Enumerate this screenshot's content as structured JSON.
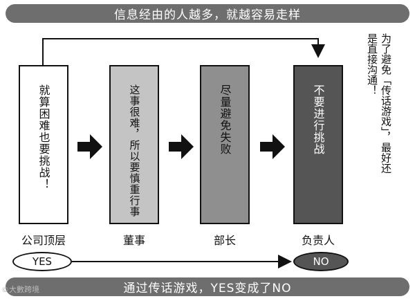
{
  "title": "信息经由的人越多，就越容易走样",
  "boxes": [
    {
      "text": "就算困难也要挑战！",
      "label": "公司顶层"
    },
    {
      "text": "这事很难，所以要慎重行事",
      "label": "董事"
    },
    {
      "text": "尽量避免失败",
      "label": "部长"
    },
    {
      "text": "不要进行挑战",
      "label": "负责人"
    }
  ],
  "side_note": "为了避免「传话游戏」，最好还是直接沟通！",
  "yes_label": "YES",
  "no_label": "NO",
  "footer": "通过传话游戏，YES变成了NO",
  "watermark": "©大數跨境",
  "colors": {
    "banner": "#6e6e6e",
    "box_1": "#ffffff",
    "box_2": "#c4c4c4",
    "box_3": "#8f8f8f",
    "box_4": "#555555"
  }
}
